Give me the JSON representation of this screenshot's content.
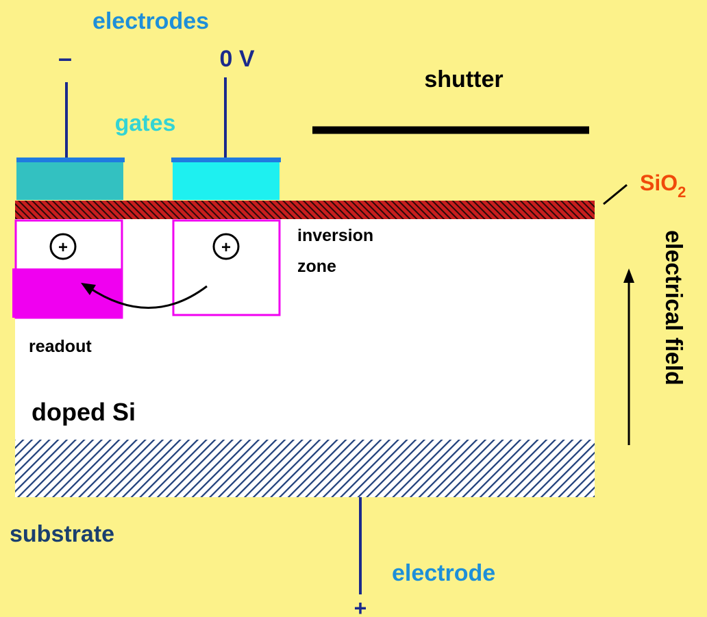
{
  "labels": {
    "electrodes": "electrodes",
    "minus_sign": "–",
    "zero_v": "0 V",
    "gates": "gates",
    "shutter": "shutter",
    "sio2_main": "SiO",
    "sio2_sub": "2",
    "inversion_line1": "inversion",
    "inversion_line2": "zone",
    "plus_symbol": "+",
    "readout": "readout",
    "doped_si": "doped Si",
    "substrate": "substrate",
    "electrode": "electrode",
    "plus_sign": "+",
    "electrical_field": "electrical field"
  },
  "colors": {
    "background": "#FCF28A",
    "electrode_blue": "#1E8FD8",
    "dark_blue": "#1A2A8C",
    "gate_teal": "#33C1C1",
    "gate_cyan": "#1EF0F0",
    "gate_cap": "#1F7BE0",
    "oxide_red": "#C81E1E",
    "oxide_dark": "#2A0A0A",
    "magenta": "#F000F0",
    "substrate_navy": "#1F3F7A",
    "sio2_orange": "#F04A0A",
    "title_navy": "#1A3F6F"
  }
}
